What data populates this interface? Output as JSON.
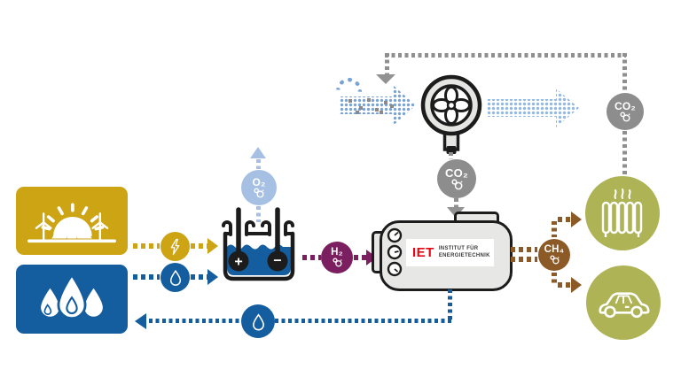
{
  "labels": {
    "oxygen": "O₂",
    "hydrogen": "H₂",
    "co2_captured": "CO₂",
    "co2_recycled": "CO₂",
    "methane": "CH₄",
    "anode": "+",
    "cathode": "−"
  },
  "logo": {
    "abbr": "IET",
    "name_line1": "INSTITUT FÜR",
    "name_line2": "ENERGIETECHNIK"
  },
  "icons": {
    "renewables": "sun-wind-solar-icon",
    "water_source": "water-drops-icon",
    "electricity": "lightning-icon",
    "water_feed": "water-drop-icon",
    "electrolyzer": "electrolysis-cell-icon",
    "air_capture": "fan-icon",
    "gas_molecule": "molecule-icon",
    "heating": "radiator-icon",
    "mobility": "car-icon",
    "water_return": "water-drop-icon"
  },
  "colors": {
    "gold": "#cda414",
    "blue": "#145d9e",
    "air_blue": "#79a3d6",
    "clean_air_blue": "#92b8e4",
    "pale_blue": "#a5c0e3",
    "gray": "#8d8d8d",
    "purple": "#7b1f60",
    "brown": "#8b5a26",
    "olive": "#aeb356",
    "machine_gray": "#e7e7e5",
    "logo_red": "#e30613"
  }
}
